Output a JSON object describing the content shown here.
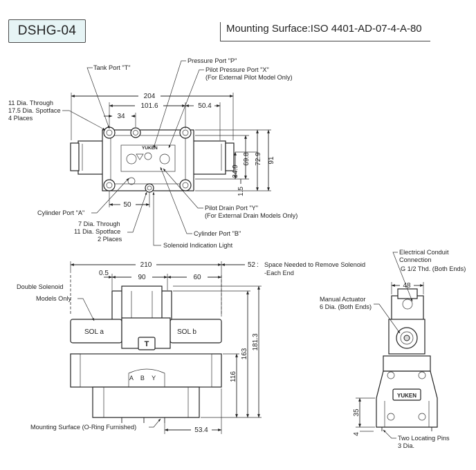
{
  "header": {
    "model": "DSHG-04",
    "mounting_surface": "Mounting Surface:ISO 4401-AD-07-4-A-80"
  },
  "top_view": {
    "callouts": {
      "tank_port": "Tank Port \"T\"",
      "pressure_port": "Pressure Port \"P\"",
      "pilot_pressure_port": "Pilot Pressure Port \"X\"",
      "pilot_pressure_note": "(For External Pilot Model Only)",
      "through_hole_1": "11 Dia. Through",
      "spotface_1": "17.5 Dia. Spotface",
      "places_1": "4 Places",
      "cylinder_port_a": "Cylinder Port \"A\"",
      "through_hole_2": "7 Dia. Through",
      "spotface_2": "11 Dia. Spotface",
      "places_2": "2 Places",
      "pilot_drain_port": "Pilot Drain Port \"Y\"",
      "pilot_drain_note": "(For External Drain Models Only)",
      "cylinder_port_b": "Cylinder Port \"B\"",
      "solenoid_light": "Solenoid Indication Light"
    },
    "dims": {
      "overall_width": "204",
      "d_101_6": "101.6",
      "d_50_4": "50.4",
      "d_34": "34",
      "d_50": "50",
      "d_69_8": "69.8",
      "d_72_9": "72.9",
      "d_91": "91",
      "d_34_9": "34.9",
      "d_1_5": "1.5"
    },
    "mark": "YUKEN"
  },
  "front_view": {
    "callouts": {
      "double_solenoid": "Double Solenoid",
      "models_only": "Models Only",
      "space_needed": "Space Needed to Remove Solenoid",
      "each_end": "-Each End",
      "mounting_surface": "Mounting Surface (O-Ring Furnished)",
      "sol_a": "SOL a",
      "sol_b": "SOL b",
      "ports": "A  B  Y"
    },
    "dims": {
      "d_210": "210",
      "d_52": "52",
      "d_0_5": "0.5",
      "d_90": "90",
      "d_60": "60",
      "d_181_3": "181.3",
      "d_163": "163",
      "d_116": "116",
      "d_53_4": "53.4"
    }
  },
  "side_view": {
    "callouts": {
      "conduit_1": "Electrical Conduit",
      "conduit_2": "Connection",
      "conduit_3": "G 1/2 Thd. (Both Ends)",
      "actuator_1": "Manual Actuator",
      "actuator_2": "6 Dia. (Both Ends)",
      "pins_1": "Two Locating Pins",
      "pins_2": "3 Dia."
    },
    "dims": {
      "d_48": "48",
      "d_35": "35",
      "d_4": "4"
    },
    "mark": "YUKEN"
  }
}
